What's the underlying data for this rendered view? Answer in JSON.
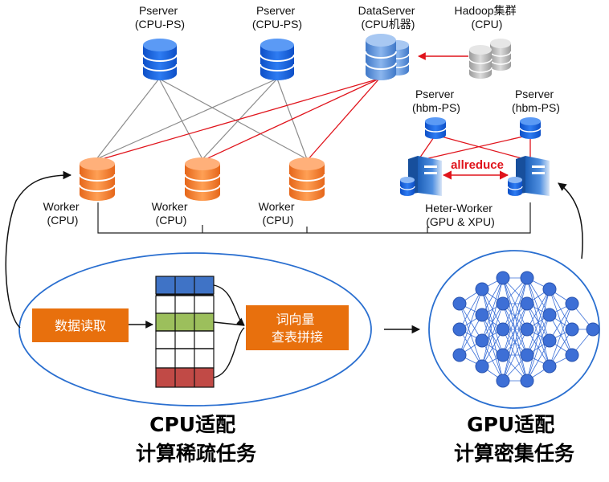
{
  "labels": {
    "pserver1": [
      "Pserver",
      "(CPU-PS)"
    ],
    "pserver2": [
      "Pserver",
      "(CPU-PS)"
    ],
    "dataserver": [
      "DataServer",
      "(CPU机器)"
    ],
    "hadoop": [
      "Hadoop集群",
      "(CPU)"
    ],
    "hbm1": [
      "Pserver",
      "(hbm-PS)"
    ],
    "hbm2": [
      "Pserver",
      "(hbm-PS)"
    ],
    "worker1": [
      "Worker",
      "(CPU)"
    ],
    "worker2": [
      "Worker",
      "(CPU)"
    ],
    "worker3": [
      "Worker",
      "(CPU)"
    ],
    "heter": [
      "Heter-Worker",
      "(GPU & XPU)"
    ],
    "allreduce": "allreduce",
    "read_box": "数据读取",
    "lookup_box": [
      "词向量",
      "查表拼接"
    ],
    "cpu_caption": [
      "CPU适配",
      "计算稀疏任务"
    ],
    "gpu_caption": [
      "GPU适配",
      "计算密集任务"
    ]
  },
  "colors": {
    "ps_blue": "#1565e6",
    "worker_orange": "#f07a2a",
    "gray_db": "#b8b8b8",
    "red_line": "#e0141c",
    "box_orange": "#e8700d",
    "ellipse_stroke": "#2a6fd0",
    "node_blue": "#3a6fd8"
  },
  "icons": [
    "database-icon",
    "server-icon",
    "neural-network-icon",
    "table-grid-icon"
  ]
}
